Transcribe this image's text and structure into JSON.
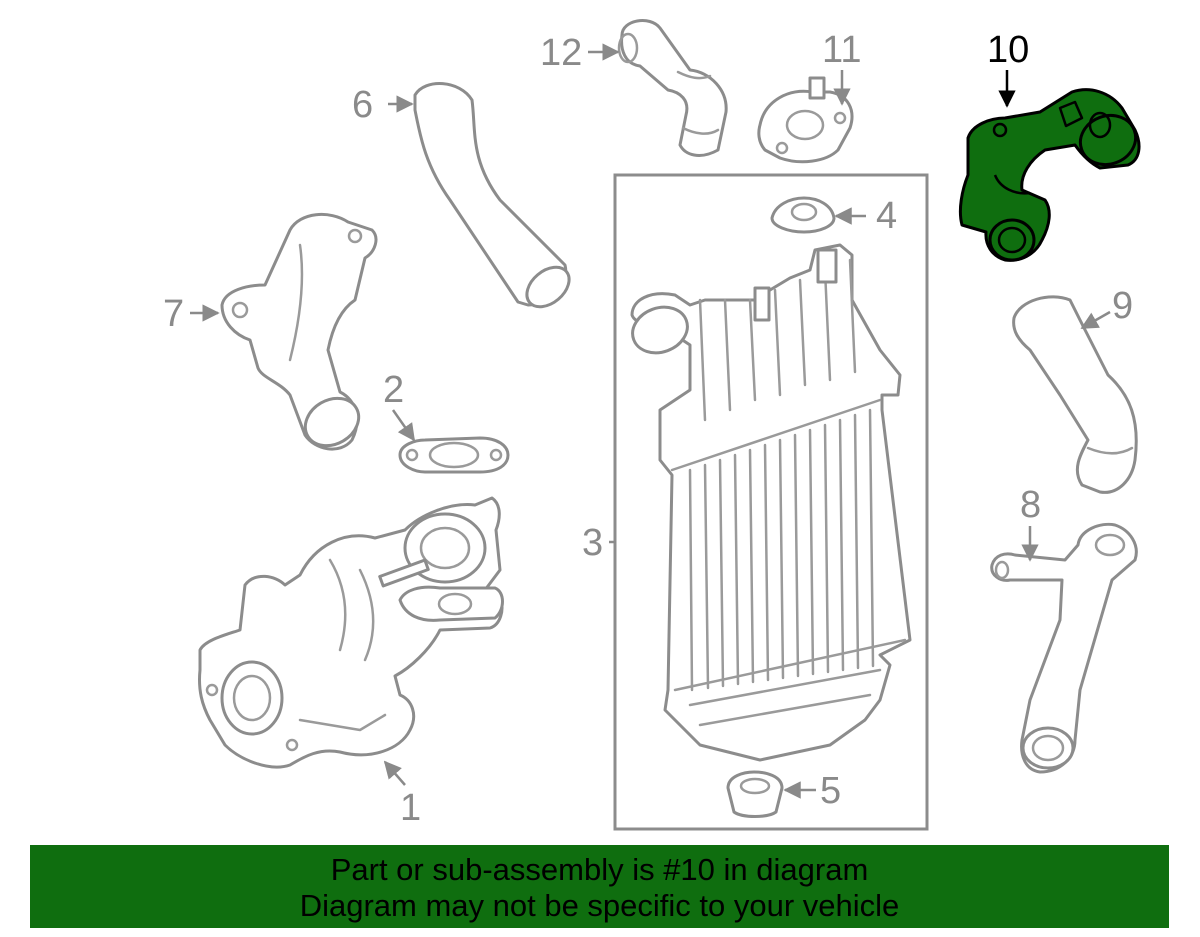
{
  "callouts": {
    "c1": "1",
    "c2": "2",
    "c3": "3",
    "c4": "4",
    "c5": "5",
    "c6": "6",
    "c7": "7",
    "c8": "8",
    "c9": "9",
    "c10": "10",
    "c11": "11",
    "c12": "12"
  },
  "highlighted_part": "10",
  "colors": {
    "highlight": "#0f6e0f",
    "banner": "#0f6e0f",
    "line_art": "#8c8c8c"
  },
  "banner": {
    "line1": "Part or sub-assembly is #10 in diagram",
    "line2": "Diagram may not be specific to your vehicle"
  }
}
